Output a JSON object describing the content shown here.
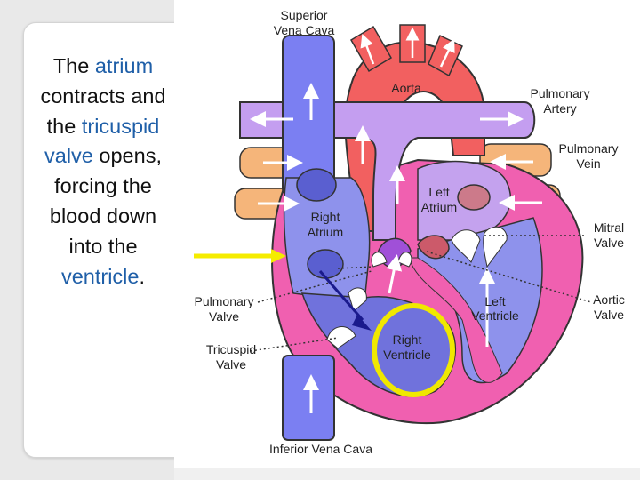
{
  "caption": {
    "t1": "The",
    "t2": "atrium",
    "t3": "contracts and the",
    "t4": "tricuspid valve",
    "t5": "opens, forcing the blood down into the",
    "t6": "ventricle",
    "t7": "."
  },
  "labels": {
    "svc_1": "Superior",
    "svc_2": "Vena Cava",
    "aorta": "Aorta",
    "pulm_artery_1": "Pulmonary",
    "pulm_artery_2": "Artery",
    "pulm_vein_1": "Pulmonary",
    "pulm_vein_2": "Vein",
    "left_atrium_1": "Left",
    "left_atrium_2": "Atrium",
    "right_atrium_1": "Right",
    "right_atrium_2": "Atrium",
    "mitral_1": "Mitral",
    "mitral_2": "Valve",
    "pulm_valve_1": "Pulmonary",
    "pulm_valve_2": "Valve",
    "left_ventricle_1": "Left",
    "left_ventricle_2": "Ventricle",
    "aortic_1": "Aortic",
    "aortic_2": "Valve",
    "right_ventricle_1": "Right",
    "right_ventricle_2": "Ventricle",
    "tricuspid_1": "Tricuspid",
    "tricuspid_2": "Valve",
    "ivc": "Inferior Vena Cava"
  },
  "colors": {
    "caption_highlight": "#1f5fa8",
    "pointer_arrow": "#f5ec00",
    "highlight_circle": "#f0e800",
    "flow_arrow": "#1a1a8c",
    "vena_cava": "#7b7ff2",
    "aorta": "#f26060",
    "pulmonary_artery": "#c49ef0",
    "pulmonary_vein": "#f5b57a",
    "heart_wall": "#f060b0",
    "right_chambers": "#8e92ec",
    "left_chambers": "#c4a2ee"
  }
}
